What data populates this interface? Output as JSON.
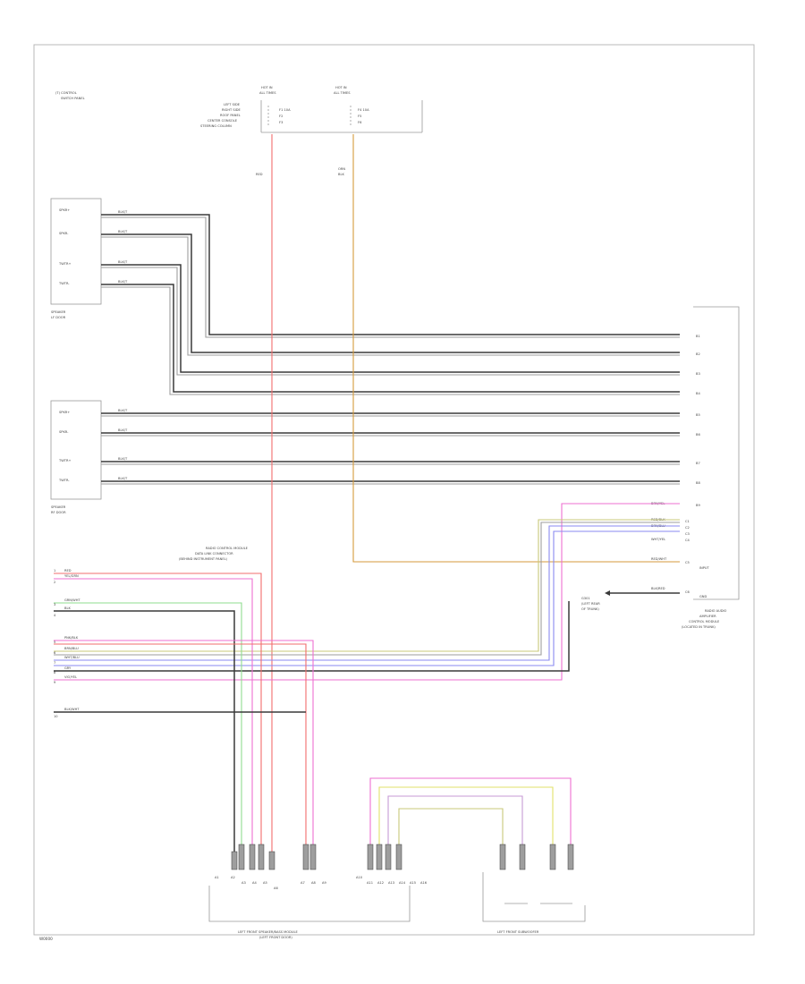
{
  "page": {
    "footer_code": "W0000"
  },
  "colors": {
    "border": "#b9b9b9",
    "box": "#9a9a9a",
    "black": "#3a3a3a",
    "gray": "#9e9e9e",
    "red": "#f26d6d",
    "pink": "#ee6fd2",
    "blue": "#8a8af0",
    "violet": "#c79ad6",
    "orange": "#d49a3c",
    "green": "#8fdc8f",
    "yellow": "#e2e26a",
    "olive": "#c8c87a"
  },
  "top_left_note": [
    "(T) CONTROL",
    "SWITCH PANEL"
  ],
  "fuse_blocks": [
    {
      "header": [
        "HOT IN",
        "ALL TIMES"
      ],
      "fuses": [
        "F1 10A",
        "F2",
        "F3"
      ]
    },
    {
      "header": [
        "HOT IN",
        "ALL TIMES"
      ],
      "fuses": [
        "F4 10A",
        "F5",
        "F6"
      ]
    }
  ],
  "fuse_labels": [
    "LEFT SIDE",
    "RIGHT SIDE",
    "ROOF PANEL",
    "CENTER CONSOLE",
    "STEERING COLUMN"
  ],
  "feed_wire_labels": {
    "red": "RED",
    "orange": [
      "ORN",
      "BLK"
    ]
  },
  "speaker_units": [
    {
      "name": [
        "SPEAKER",
        "LF DOOR"
      ],
      "pins": [
        "SPKR+",
        "SPKR-",
        "TWTR+",
        "TWTR-"
      ]
    },
    {
      "name": [
        "SPEAKER",
        "RF DOOR"
      ],
      "pins": [
        "SPKR+",
        "SPKR-",
        "TWTR+",
        "TWTR-"
      ]
    }
  ],
  "bundle_wire_labels": [
    "BLK/T",
    "BLK/T",
    "BLK/T",
    "BLK/T",
    "BLK/T",
    "BLK/T",
    "BLK/T",
    "BLK/T"
  ],
  "right_module": {
    "name": [
      "RADIO AUDIO",
      "AMPLIFIER",
      "CONTROL MODULE",
      "(LOCATED IN TRUNK)"
    ],
    "pins": [
      "B1",
      "B2",
      "B3",
      "B4",
      "B5",
      "B6",
      "B7",
      "B8",
      "B9"
    ],
    "input_labels": [
      "BRN/YEL",
      "RED/BLK",
      "BRN/BLU",
      "WHT/YEL",
      "RED/WHT",
      "BLK/RED"
    ],
    "input_pins": [
      "C1",
      "C2",
      "C3",
      "C4",
      "C5",
      "C6"
    ],
    "sub_labels": [
      "INPUT",
      "GND"
    ]
  },
  "mid_note": [
    "RADIO CONTROL MODULE",
    "DATA LINK CONNECTOR",
    "(BEHIND INSTRUMENT PANEL)"
  ],
  "ground_label": [
    "G301",
    "(LEFT REAR",
    "OF TRUNK)"
  ],
  "connector_wires": [
    {
      "label": "RED",
      "pin": "1"
    },
    {
      "label": "YEL/GRN",
      "pin": "2"
    },
    {
      "label": "GRN/WHT",
      "pin": "3"
    },
    {
      "label": "BLK",
      "pin": "4"
    },
    {
      "label": "PNK/BLK",
      "pin": "5"
    },
    {
      "label": "BRN/BLU",
      "pin": "6"
    },
    {
      "label": "WHT/BLU",
      "pin": "7"
    },
    {
      "label": "GRY",
      "pin": "8"
    },
    {
      "label": "VIO/YEL",
      "pin": "9"
    },
    {
      "label": "BLK/WHT",
      "pin": "10"
    }
  ],
  "bottom_modules": [
    {
      "name": [
        "LEFT FRONT SPEAKER/BASS MODULE",
        "(LEFT FRONT DOOR)"
      ]
    },
    {
      "name": [
        "LEFT FRONT SUBWOOFER"
      ]
    }
  ],
  "bottom_pins": [
    "A1",
    "A2",
    "A3",
    "A4",
    "A5",
    "A6",
    "A7",
    "A8",
    "A9",
    "A10",
    "A11",
    "A12",
    "A13",
    "A14",
    "A15",
    "A16"
  ]
}
